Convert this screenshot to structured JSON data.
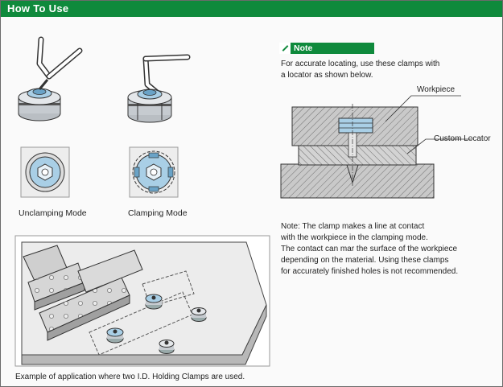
{
  "header": {
    "title": "How To Use"
  },
  "modes": {
    "unclamping_label": "Unclamping Mode",
    "clamping_label": "Clamping Mode"
  },
  "note": {
    "badge_label": "Note",
    "intro_line1": "For accurate locating, use these clamps with",
    "intro_line2": "a locator as shown below.",
    "workpiece_label": "Workpiece",
    "locator_label": "Custom Locator",
    "body_line1": "Note: The clamp makes a line at contact",
    "body_line2": "with the workpiece in the clamping mode.",
    "body_line3": "The contact can mar the surface of the workpiece",
    "body_line4": "depending on the material. Using these clamps",
    "body_line5": "for accurately finished holes is not recommended."
  },
  "application": {
    "caption": "Example of application where two I.D. Holding Clamps are used."
  },
  "colors": {
    "accent": "#0f8a3c",
    "clamp_blue": "#a9cfe6",
    "steel": "#b9bec3"
  }
}
